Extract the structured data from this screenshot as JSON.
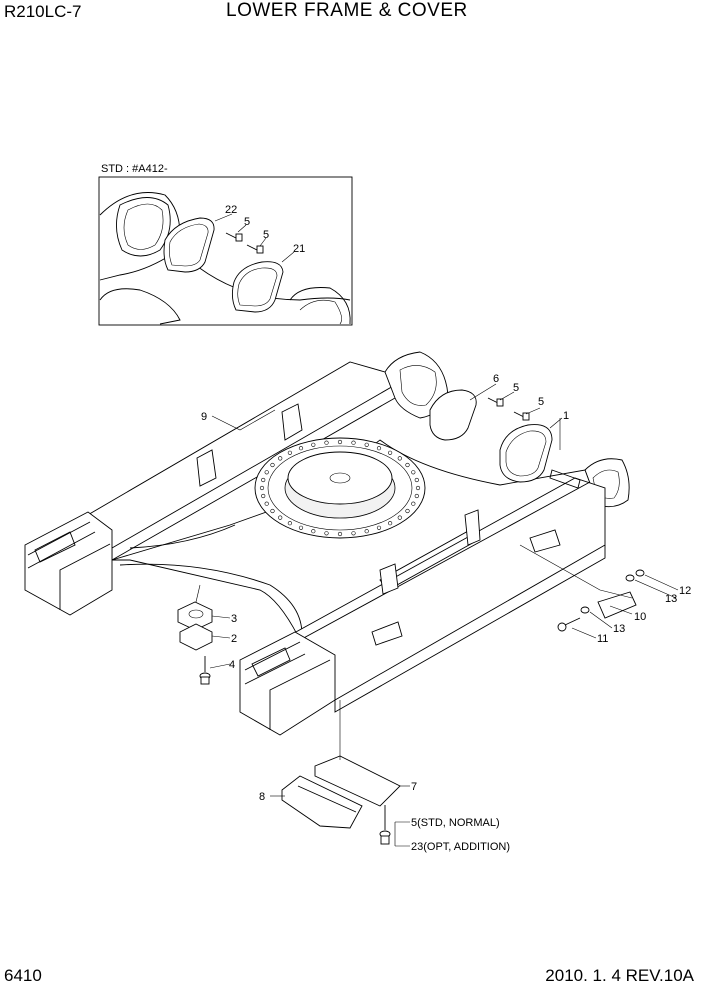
{
  "header": {
    "model": "R210LC-7",
    "title": "LOWER FRAME & COVER"
  },
  "footer": {
    "page_number": "6410",
    "date_revision": "2010. 1. 4  REV.10A"
  },
  "inset": {
    "label": "STD : #A412-"
  },
  "callouts": {
    "c22": "22",
    "c5a": "5",
    "c5b": "5",
    "c21": "21",
    "c9": "9",
    "c6": "6",
    "c5c": "5",
    "c5d": "5",
    "c1": "1",
    "c3": "3",
    "c2": "2",
    "c4": "4",
    "c12": "12",
    "c13a": "13",
    "c10": "10",
    "c13b": "13",
    "c11": "11",
    "c7": "7",
    "c8": "8",
    "c5std": "5(STD, NORMAL)",
    "c23opt": "23(OPT, ADDITION)"
  }
}
